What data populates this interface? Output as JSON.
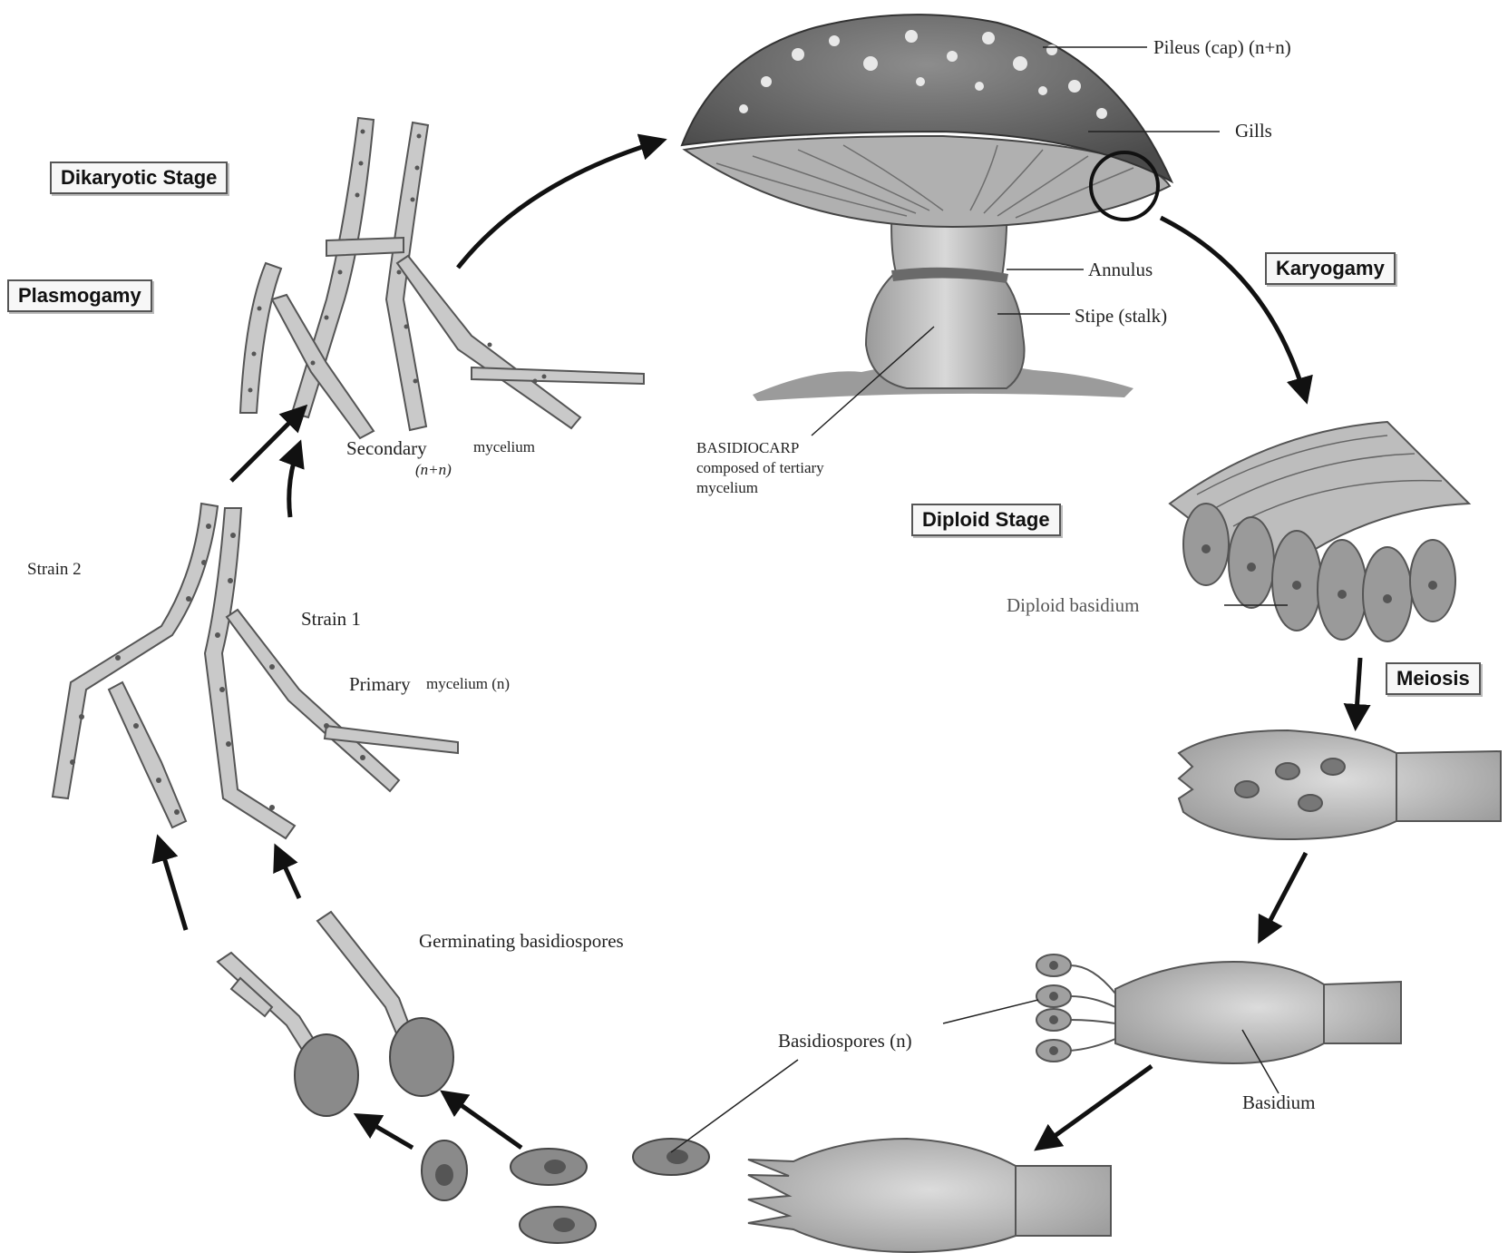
{
  "stages": {
    "dikaryotic": "Dikaryotic Stage",
    "plasmogamy": "Plasmogamy",
    "karyogamy": "Karyogamy",
    "diploid": "Diploid Stage",
    "meiosis": "Meiosis"
  },
  "mushroom_labels": {
    "pileus": "Pileus (cap) (n+n)",
    "gills": "Gills",
    "annulus": "Annulus",
    "stipe": "Stipe (stalk)",
    "basidiocarp_1": "BASIDIOCARP",
    "basidiocarp_2": "composed of tertiary",
    "basidiocarp_3": "mycelium"
  },
  "mycelium_labels": {
    "secondary": "Secondary",
    "secondary_tail": "mycelium",
    "secondary_ploidy": "(n+n)",
    "strain2": "Strain 2",
    "strain1": "Strain 1",
    "primary": "Primary",
    "primary_tail": "mycelium (n)",
    "germinating": "Germinating basidiospores"
  },
  "spore_labels": {
    "diploid_basidium": "Diploid basidium",
    "basidiospores": "Basidiospores (n)",
    "basidium": "Basidium"
  },
  "colors": {
    "ink": "#222222",
    "hypha_fill": "#c9c9c9",
    "spore_fill": "#8a8a8a",
    "basidium_fill": "#b5b5b5"
  }
}
